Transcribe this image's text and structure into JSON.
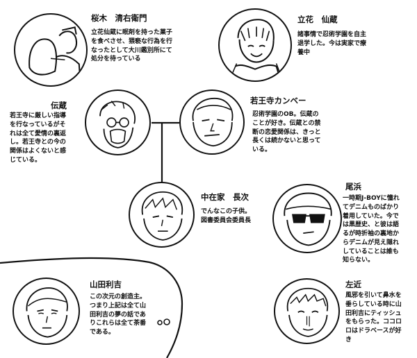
{
  "characters": [
    {
      "id": "sakuragi",
      "name": "桜木　清右衛門",
      "desc": [
        "立花仙蔵に眠剤を持った菓子",
        "を食べさせ、猥褻な行為を行",
        "なったとして大川鑑別所にて",
        "処分を待っている"
      ]
    },
    {
      "id": "tachibana",
      "name": "立花　仙蔵",
      "desc": [
        "諸事情で忍術学園を自主",
        "退学した。今は実家で療",
        "養中"
      ]
    },
    {
      "id": "denzo",
      "name": "伝蔵",
      "desc": [
        "若王寺に厳しい指導",
        "を行なっているがそ",
        "れは全て愛情の裏返",
        "し。若王寺との今の",
        "関係はよくないと感",
        "じている。"
      ]
    },
    {
      "id": "nyakuoji",
      "name": "若王寺カンベー",
      "desc": [
        "忍術学園のOB。伝蔵の",
        "ことが好き。伝蔵との禁",
        "断の恋愛関係は、きっと",
        "長くは続かないと思って",
        "いる。"
      ]
    },
    {
      "id": "nakazaike",
      "name": "中在家　長次",
      "desc": [
        "でんなこの子供。",
        "図書委員会委員長"
      ]
    },
    {
      "id": "obama",
      "name": "尾浜",
      "desc": [
        "一時期J-BOYに憧れ",
        "てデニムものばかり",
        "着用していた。今で",
        "は黒歴史、と彼は語",
        "るが時折袖の裏地か",
        "らデニムが見え隠れ",
        "していることは誰も",
        "知らない。"
      ]
    },
    {
      "id": "yamada",
      "name": "山田利吉",
      "desc": [
        "この次元の創造主。",
        "つまり上記は全て山",
        "田利吉の夢の話であ",
        "りこれらは全て茶番",
        "である。"
      ]
    },
    {
      "id": "sakon",
      "name": "左近",
      "desc": [
        "風邪を引いて鼻水を",
        "垂らしている時に山",
        "田利吉にティッシュ",
        "をもらった。ココロ",
        "ロはドラベースが好",
        "き"
      ]
    }
  ],
  "colors": {
    "ink": "#111111",
    "paper": "#ffffff"
  }
}
